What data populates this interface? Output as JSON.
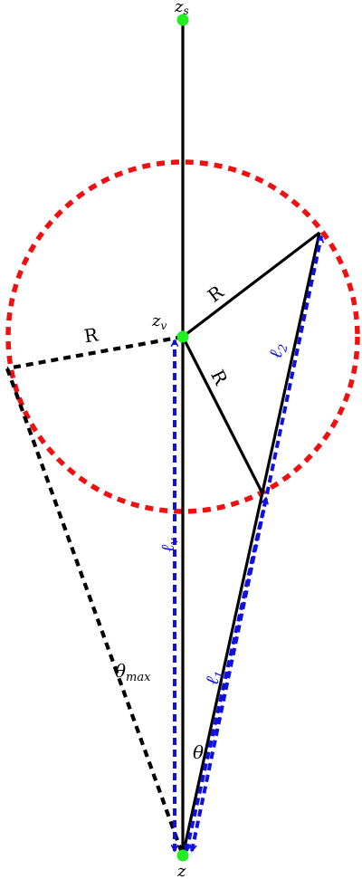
{
  "labels": {
    "source": "z",
    "source_sub": "s",
    "vertex": "z",
    "vertex_sub": "v",
    "observer": "z",
    "radius_1": "R",
    "radius_2": "R",
    "radius_left": "R",
    "ell_2": "ℓ",
    "ell_2_sub": "2",
    "ell_v": "ℓ",
    "ell_v_sub": "v",
    "ell_1": "ℓ",
    "ell_1_sub": "1",
    "theta": "θ",
    "theta_max": "θ",
    "theta_max_sub": "max"
  },
  "colors": {
    "circle": "#ee1111",
    "vector": "#1111dd",
    "line": "#000000",
    "point": "#22ee22"
  }
}
